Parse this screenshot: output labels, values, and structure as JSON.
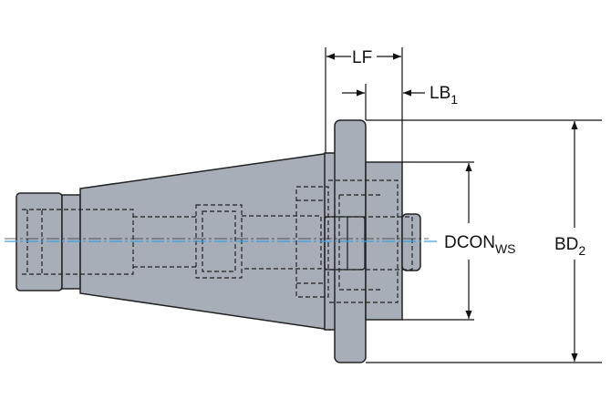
{
  "colors": {
    "body_fill": "#a8aeb8",
    "outline": "#222222",
    "centerline": "#3aa0e0",
    "dimension": "#111111"
  },
  "labels": {
    "lf": "LF",
    "lb_main": "LB",
    "lb_sub": "1",
    "dcon_main": "DCON",
    "dcon_sub": "WS",
    "bd_main": "BD",
    "bd_sub": "2"
  }
}
